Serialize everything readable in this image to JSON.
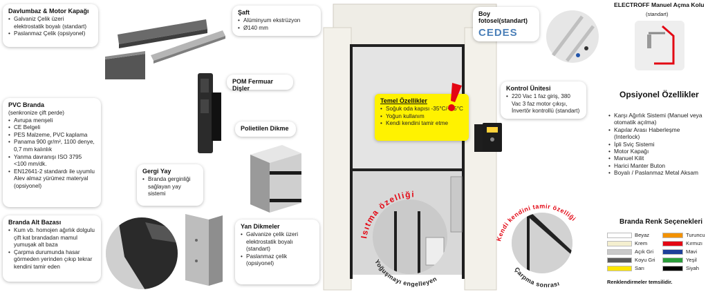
{
  "cards": {
    "davlumbaz": {
      "title": "Davlumbaz & Motor Kapağı",
      "items": [
        "Galvaniz Çelik üzeri elektrostatik boyalı (standart)",
        "Paslanmaz Çelik (opsiyonel)"
      ]
    },
    "saft": {
      "title": "Şaft",
      "items": [
        "Alüminyum ekstrüzyon",
        "Ø140 mm"
      ]
    },
    "pom": {
      "title": "POM Fermuar Dişler"
    },
    "polietilen": {
      "title": "Polietilen Dikme"
    },
    "pvc": {
      "title": "PVC Branda",
      "subtitle": "(senkronize çift perde)",
      "items": [
        "Avrupa menşeli",
        "CE Belgeli",
        "PES Malzeme, PVC kaplama",
        "Panama 900 gr/m², 1100 denye, 0,7 mm kalınlık",
        "Yanma davranışı ISO 3795 <100 mm/dk.",
        "EN12641-2 standardı ile uyumlu Alev almaz yürümez materyal (opsiyonel)"
      ]
    },
    "gergi": {
      "title": "Gergi Yay",
      "items": [
        "Branda gerginliği sağlayan yay sistemi"
      ]
    },
    "alt_baza": {
      "title": "Branda Alt Bazası",
      "items": [
        "Kum vb. homojen ağırlık dolgulu çift kat brandadan mamul yumuşak alt baza",
        "Çarpma durumunda hasar görmeden yerinden çıkıp tekrar kendini tamir eden"
      ]
    },
    "yan_dikme": {
      "title": "Yan Dikmeler",
      "items": [
        "Galvanize çelik üzeri elektrostatik boyalı (standart)",
        "Paslanmaz çelik (opsiyonel)"
      ]
    },
    "temel": {
      "title": "Temel Özellikler",
      "items": [
        "Soğuk oda kapısı -35°C/+35°C",
        "Yoğun kullanım",
        "Kendi kendini tamir etme"
      ]
    },
    "kontrol": {
      "title": "Kontrol Ünitesi",
      "items": [
        "220 Vac 1 faz giriş, 380 Vac 3 faz motor çıkışı, İnvertör kontrollü (standart)"
      ]
    },
    "boy": {
      "title": "Boy fotosel(standart)",
      "brand": "CEDES"
    }
  },
  "curved": {
    "isitma": "Isıtma özelliği",
    "yogusma": "Yoğuşmayı engelleyen",
    "kendi": "Kendi kendini tamir özelliği",
    "carpma": "Çarpma sonrası"
  },
  "right": {
    "electroff_title": "ELECTROFF Manuel Açma Kolu",
    "electroff_sub": "(standart)",
    "opsiyonel_title": "Opsiyonel Özellikler",
    "opsiyonel_items": [
      "Karşı Ağırlık Sistemi (Manuel veya otomatik açılma)",
      "Kapılar Arası Haberleşme (Interlock)",
      "İpli Sviç Sistemi",
      "Motor Kapağı",
      "Manuel Kilit",
      "Harici Manter Buton",
      "Boyalı / Paslanmaz Metal Aksam"
    ],
    "renk_title": "Branda Renk Seçenekleri",
    "renk_left": [
      {
        "name": "Beyaz",
        "color": "#ffffff"
      },
      {
        "name": "Krem",
        "color": "#f4efcf"
      },
      {
        "name": "Açık Gri",
        "color": "#c9c9c9"
      },
      {
        "name": "Koyu Gri",
        "color": "#5a5a5a"
      },
      {
        "name": "Sarı",
        "color": "#ffe600"
      }
    ],
    "renk_right": [
      {
        "name": "Turuncu",
        "color": "#f39200"
      },
      {
        "name": "Kırmızı",
        "color": "#e30613"
      },
      {
        "name": "Mavi",
        "color": "#1d3f9a"
      },
      {
        "name": "Yeşil",
        "color": "#2a9d3a"
      },
      {
        "name": "Siyah",
        "color": "#000000"
      }
    ],
    "renk_note": "Renklendirmeler temsilidir."
  }
}
